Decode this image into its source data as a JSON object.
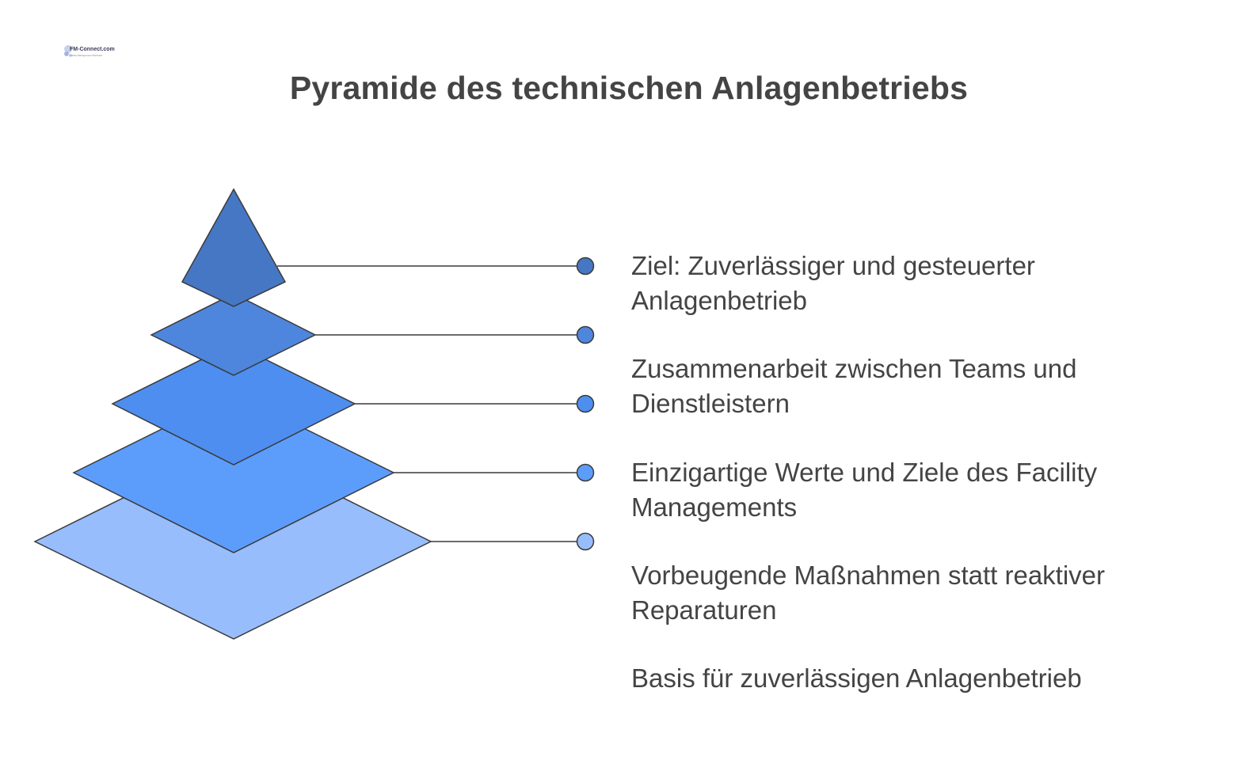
{
  "logo": {
    "text": "FM-Connect.com",
    "subtext": "Facility Management Netzwerk"
  },
  "title": "Pyramide des technischen Anlagenbetriebs",
  "levels": [
    {
      "label": "Ziel: Zuverlässiger und gesteuerter Anlagenbetrieb",
      "color": "#4677C4",
      "dot_color": "#4677C4"
    },
    {
      "label": "Zusammenarbeit zwischen Teams und Dienstleistern",
      "color": "#4E86DD",
      "dot_color": "#4E86DD"
    },
    {
      "label": "Einzigartige Werte und Ziele des Facility Managements",
      "color": "#4E8EF0",
      "dot_color": "#4E8EF0"
    },
    {
      "label": "Vorbeugende Maßnahmen statt reaktiver Reparaturen",
      "color": "#5C9DFC",
      "dot_color": "#5C9DFC"
    },
    {
      "label": "Basis für zuverlässigen Anlagenbetrieb",
      "color": "#97BDFD",
      "dot_color": "#97BDFD"
    }
  ],
  "stroke_color": "#3A3A3A"
}
